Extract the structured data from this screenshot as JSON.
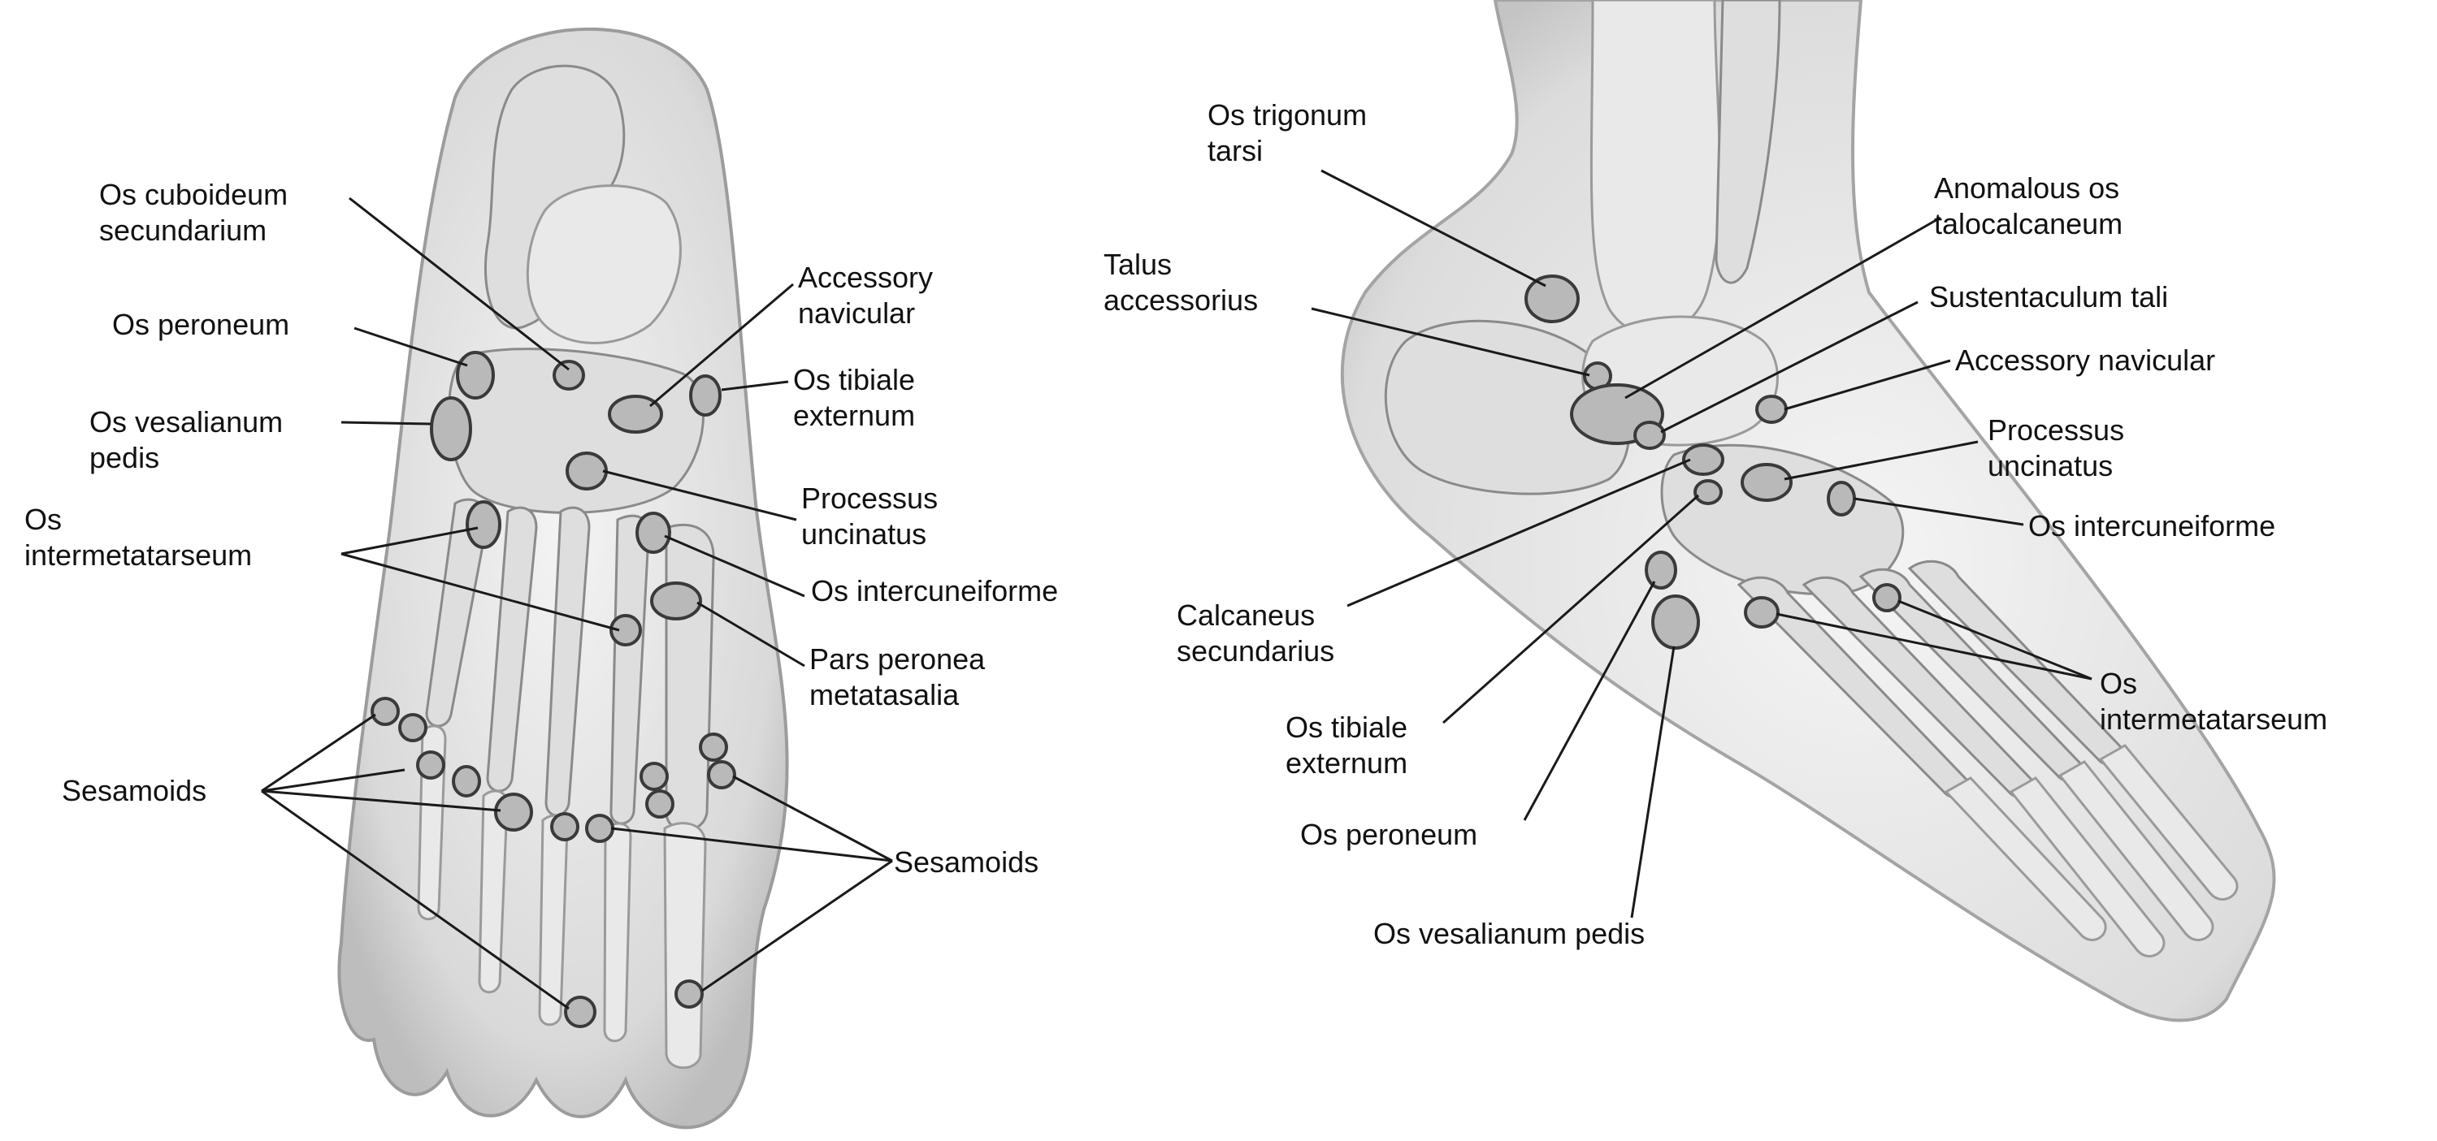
{
  "left_view": {
    "labels": {
      "os_cuboideum_secundarium": [
        "Os cuboideum",
        "secundarium"
      ],
      "os_peroneum": [
        "Os peroneum"
      ],
      "os_vesalianum_pedis": [
        "Os vesalianum",
        "pedis"
      ],
      "os_intermetatarseum": [
        "Os",
        "intermetatarseum"
      ],
      "sesamoids_left": [
        "Sesamoids"
      ],
      "accessory_navicular": [
        "Accessory",
        "navicular"
      ],
      "os_tibiale_externum": [
        "Os tibiale",
        "externum"
      ],
      "processus_uncinatus": [
        "Processus",
        "uncinatus"
      ],
      "os_intercuneiforme": [
        "Os intercuneiforme"
      ],
      "pars_peronea_metatasalia": [
        "Pars peronea",
        "metatasalia"
      ],
      "sesamoids_right": [
        "Sesamoids"
      ]
    }
  },
  "right_view": {
    "labels": {
      "os_trigonum_tarsi": [
        "Os trigonum",
        "tarsi"
      ],
      "anomalous_os_talocalcaneum": [
        "Anomalous os",
        "talocalcaneum"
      ],
      "talus_accessorius": [
        "Talus",
        "accessorius"
      ],
      "sustentaculum_tali": [
        "Sustentaculum tali"
      ],
      "accessory_navicular": [
        "Accessory navicular"
      ],
      "processus_uncinatus": [
        "Processus",
        "uncinatus"
      ],
      "os_intercuneiforme": [
        "Os intercuneiforme"
      ],
      "calcaneus_secundarius": [
        "Calcaneus",
        "secundarius"
      ],
      "os_intermetatarseum": [
        "Os",
        "intermetatarseum"
      ],
      "os_tibiale_externum": [
        "Os tibiale",
        "externum"
      ],
      "os_peroneum": [
        "Os peroneum"
      ],
      "os_vesalianum_pedis": [
        "Os vesalianum pedis"
      ]
    }
  }
}
